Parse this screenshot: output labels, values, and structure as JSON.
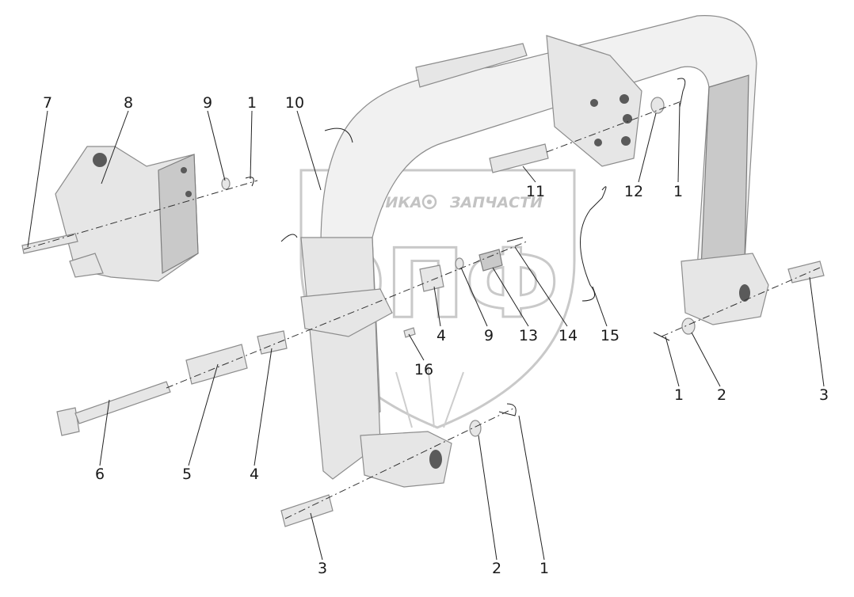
{
  "watermark": {
    "line1_left": "ТЕХНИКА",
    "line1_right": "ЗАПЧАСТИ",
    "emblem_icon": "gear-icon",
    "monogram": "ЭПФ",
    "color": "#bdbdbd"
  },
  "callouts": [
    {
      "id": "c7",
      "label": "7"
    },
    {
      "id": "c8",
      "label": "8"
    },
    {
      "id": "c9a",
      "label": "9"
    },
    {
      "id": "c1a",
      "label": "1"
    },
    {
      "id": "c10",
      "label": "10"
    },
    {
      "id": "c11",
      "label": "11"
    },
    {
      "id": "c12",
      "label": "12"
    },
    {
      "id": "c1b",
      "label": "1"
    },
    {
      "id": "c4a",
      "label": "4"
    },
    {
      "id": "c9b",
      "label": "9"
    },
    {
      "id": "c13",
      "label": "13"
    },
    {
      "id": "c14",
      "label": "14"
    },
    {
      "id": "c15",
      "label": "15"
    },
    {
      "id": "c16",
      "label": "16"
    },
    {
      "id": "c1c",
      "label": "1"
    },
    {
      "id": "c2a",
      "label": "2"
    },
    {
      "id": "c3a",
      "label": "3"
    },
    {
      "id": "c6",
      "label": "6"
    },
    {
      "id": "c5",
      "label": "5"
    },
    {
      "id": "c4b",
      "label": "4"
    },
    {
      "id": "c3b",
      "label": "3"
    },
    {
      "id": "c2b",
      "label": "2"
    },
    {
      "id": "c1d",
      "label": "1"
    }
  ]
}
